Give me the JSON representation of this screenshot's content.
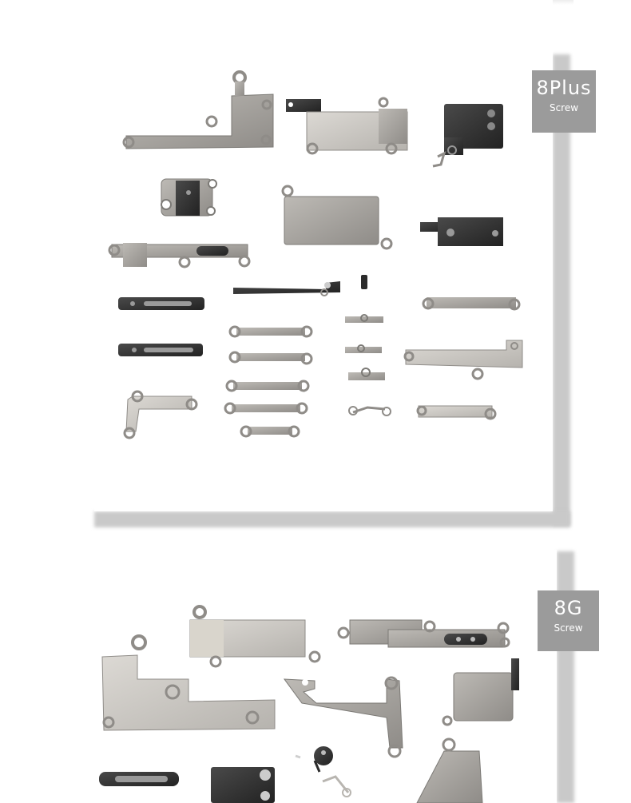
{
  "panels": [
    {
      "badge_title": "8Plus",
      "badge_subtitle": "Screw"
    },
    {
      "badge_title": "8G",
      "badge_subtitle": "Screw"
    }
  ],
  "icons": {
    "part": "metal-bracket-icon",
    "screw": "screw-icon"
  },
  "colors": {
    "badge": "#9b9b9b",
    "shadow": "#c9c9c9",
    "metal_light": "#c9c6c1",
    "metal_mid": "#a6a4a0",
    "metal_dark": "#3a3a3a"
  }
}
